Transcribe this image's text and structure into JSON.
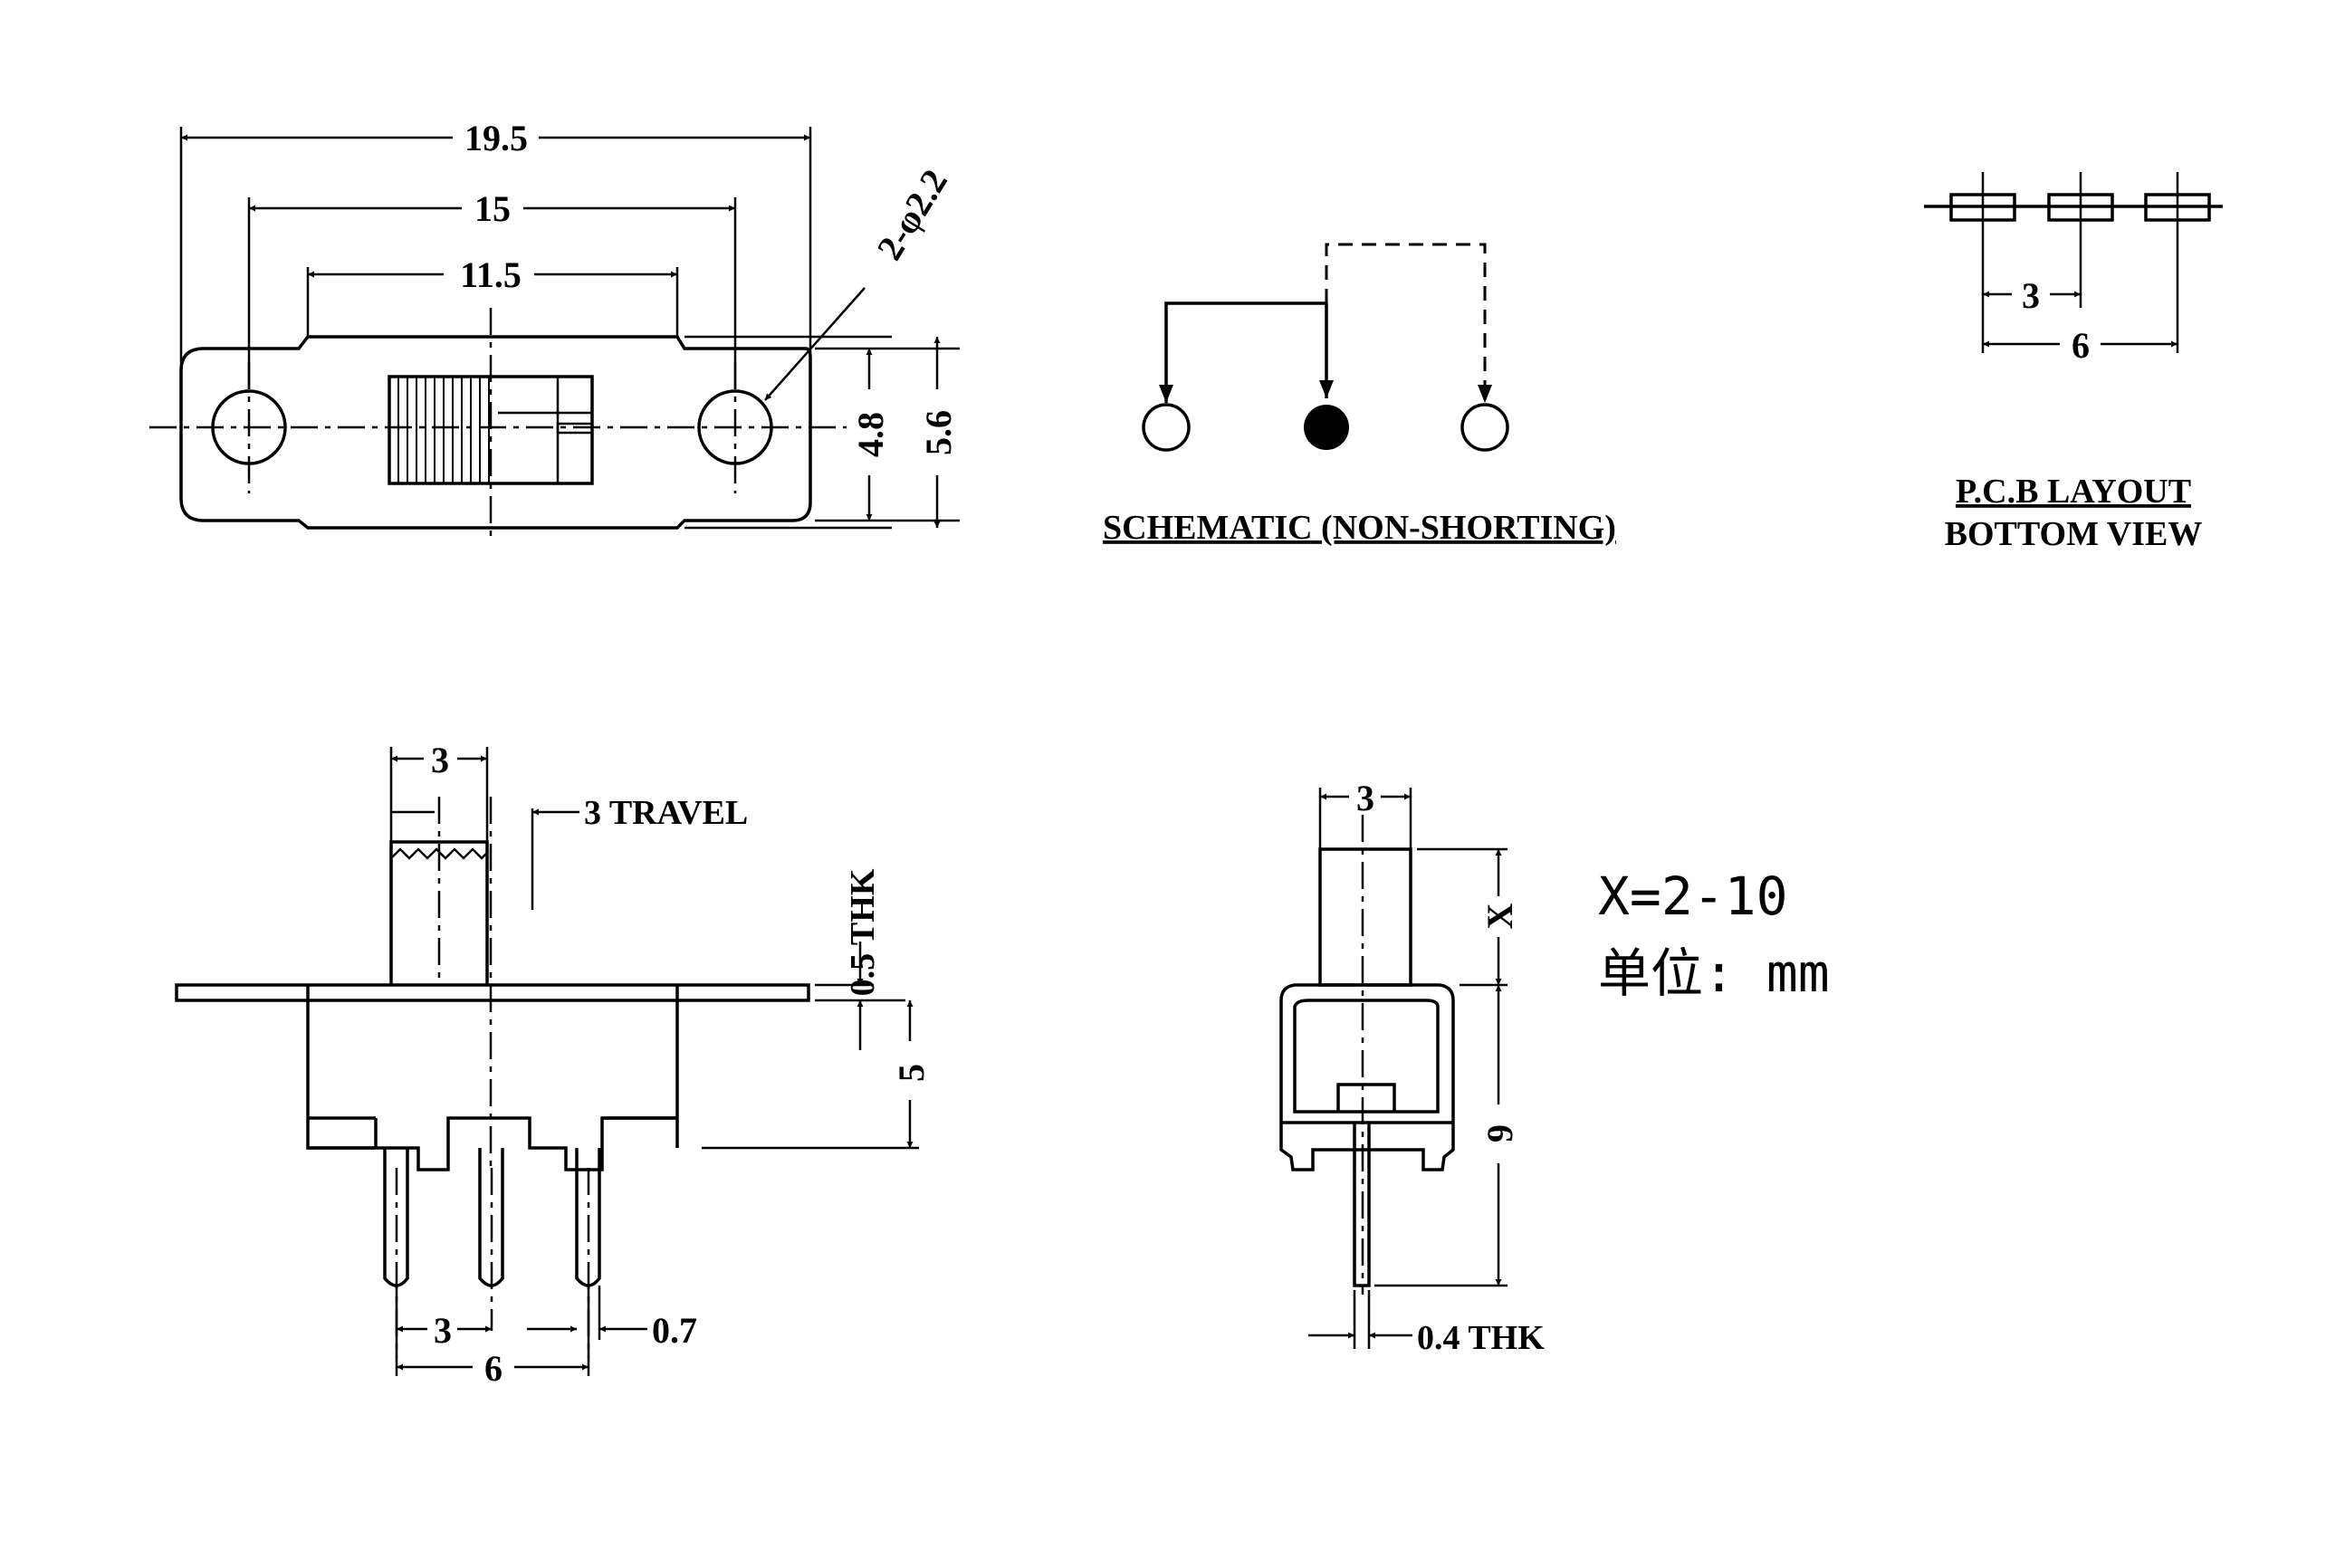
{
  "top_view": {
    "dim_overall": "19.5",
    "dim_hole_pitch": "15",
    "dim_body": "11.5",
    "dim_hole": "2-φ2.2",
    "dim_inner_height": "4.8",
    "dim_outer_height": "5.6"
  },
  "schematic": {
    "title": "SCHEMATIC (NON-SHORTING)"
  },
  "pcb_layout": {
    "dim_pitch": "3",
    "dim_span": "6",
    "title_line1": "P.C.B LAYOUT",
    "title_line2": "BOTTOM VIEW"
  },
  "front_view": {
    "dim_actuator_width": "3",
    "travel_label": "3 TRAVEL",
    "thk_label": "0.5 THK",
    "dim_body_height": "5",
    "dim_pin_pitch": "3",
    "dim_pin_span": "6",
    "dim_pin_width": "0.7"
  },
  "side_view": {
    "dim_actuator_width": "3",
    "dim_actuator_height": "X",
    "dim_height": "9",
    "thk_label": "0.4 THK"
  },
  "notes": {
    "x_range": "X=2-10",
    "unit": "单位: mm"
  }
}
